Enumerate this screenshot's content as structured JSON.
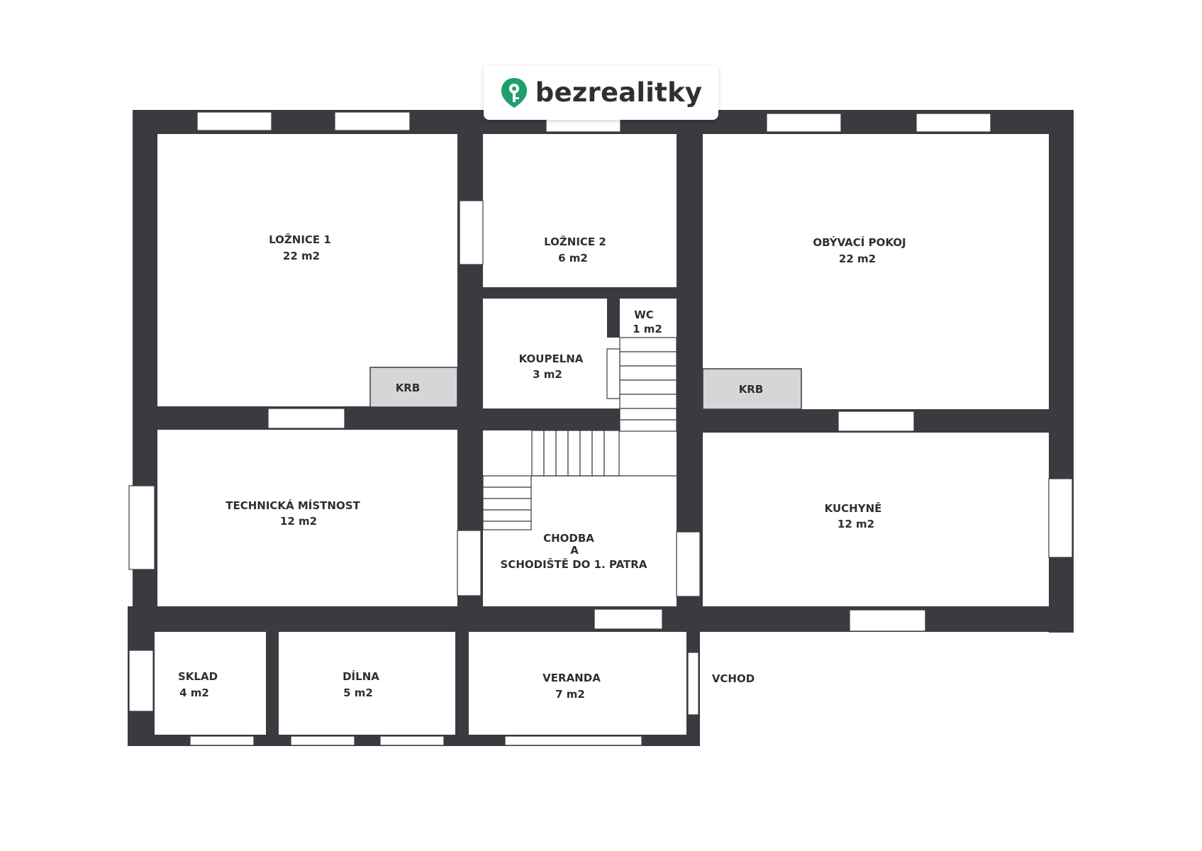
{
  "brand": {
    "name": "bezrealitky",
    "accent": "#1f9e6e"
  },
  "colors": {
    "wall": "#3a3b40",
    "fireplace": "#d6d6d8",
    "text": "#2e2f33"
  },
  "rooms": [
    {
      "name": "LOŽNICE 1",
      "area": "22 m2"
    },
    {
      "name": "LOŽNICE 2",
      "area": "6 m2"
    },
    {
      "name": "OBÝVACÍ POKOJ",
      "area": "22 m2"
    },
    {
      "name": "WC",
      "area": "1 m2"
    },
    {
      "name": "KOUPELNA",
      "area": "3 m2"
    },
    {
      "name": "TECHNICKÁ MÍSTNOST",
      "area": "12 m2"
    },
    {
      "name": "KUCHYNĚ",
      "area": "12 m2"
    },
    {
      "name": "SKLAD",
      "area": "4 m2"
    },
    {
      "name": "DÍLNA",
      "area": "5 m2"
    },
    {
      "name": "VERANDA",
      "area": "7 m2"
    }
  ],
  "corridor": {
    "line1": "CHODBA",
    "line2": "A",
    "line3": "SCHODIŠTĚ DO 1. PATRA"
  },
  "fireplace_label": "KRB",
  "entrance_label": "VCHOD"
}
